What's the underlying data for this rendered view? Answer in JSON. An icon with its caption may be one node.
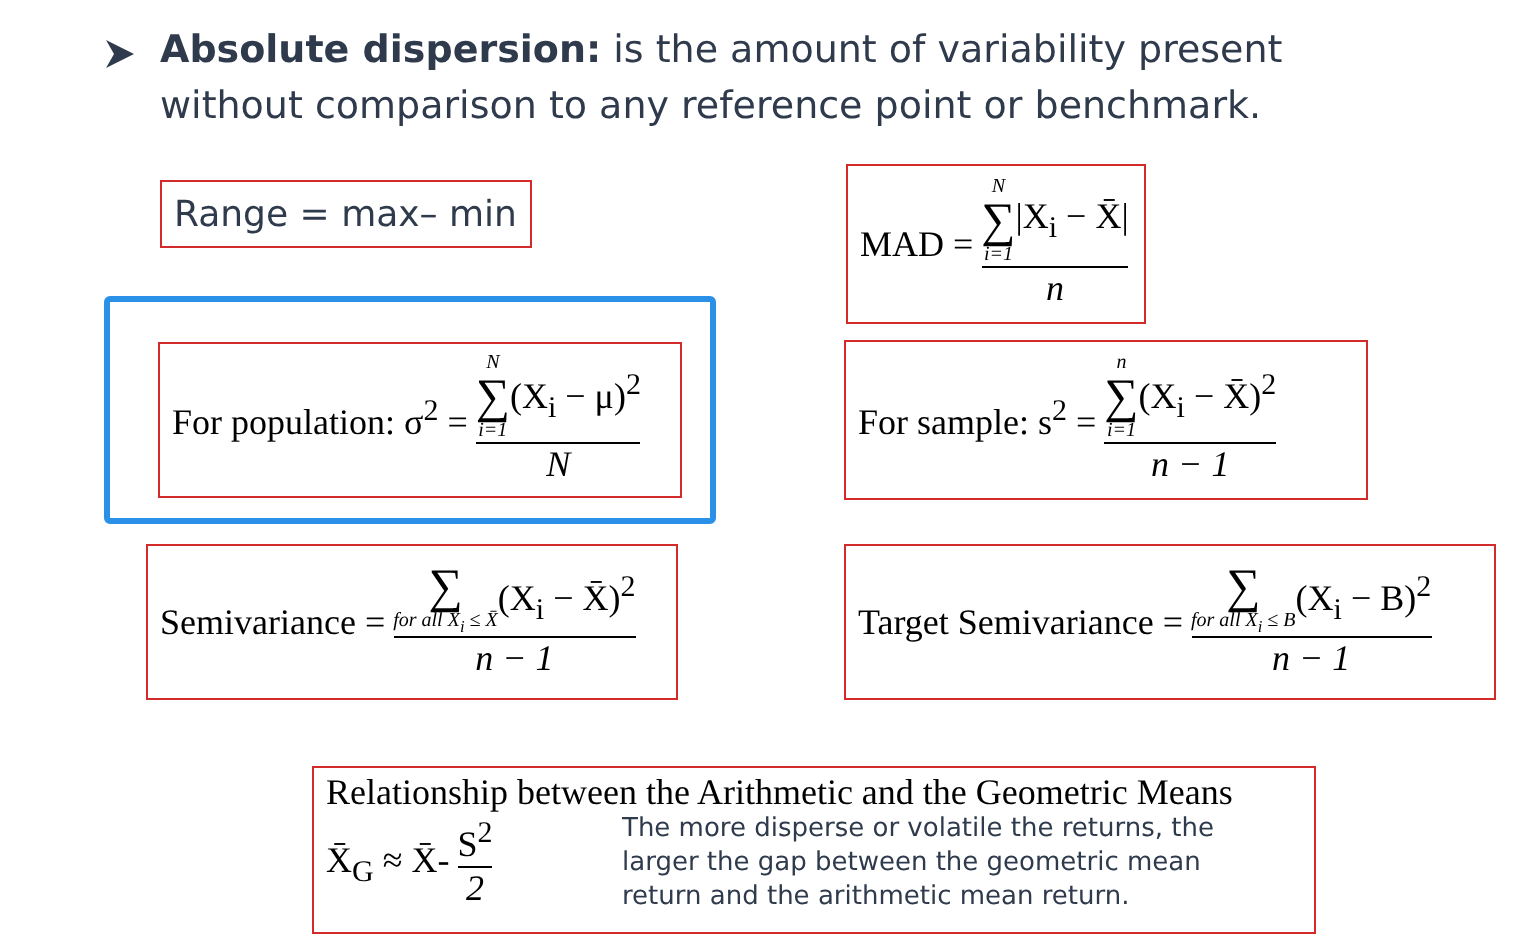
{
  "diagram": {
    "title": "**Absolute dispersion:** is the amount of variability present without comparison to any reference point or benchmark.",
    "nodes": [
      {
        "text": [
          "Range = max– min"
        ]
      },
      {
        "text": [
          "MAD =",
          "N",
          "∑",
          "i=1",
          "|X$_{i}$ − X̄|",
          "n"
        ]
      },
      {
        "text": [],
        "shape": "box"
      },
      {
        "text": [
          "For  population: σ$^{2}$ =",
          "N",
          "∑",
          "i=1",
          "(X$_{i}$ − μ)$^{2}$",
          "N"
        ],
        "in": 2
      },
      {
        "text": [
          "For sample: s$^{2}$ =",
          "n",
          "∑",
          "i=1",
          "(X$_{i}$ − X̄)$^{2}$",
          "n − 1"
        ]
      },
      {
        "text": [
          "Semivariance =",
          "∑",
          "for all X$_{i}$ ≤ X̄",
          "(X$_{i}$ − X̄)$^{2}$",
          "n − 1"
        ]
      },
      {
        "text": [
          "Target Semivariance =",
          "∑",
          "for all X$_{i}$ ≤ B",
          "(X$_{i}$ − B)$^{2}$",
          "n − 1"
        ]
      },
      {
        "text": [
          "Relationship between the Arithmetic and the Geometric Means",
          "X̄$_{G}$ ≈ X̄-",
          "S$^{2}$",
          "2",
          "The more disperse or volatile the returns, the larger the gap between the geometric mean return and the arithmetic mean return."
        ]
      }
    ]
  }
}
